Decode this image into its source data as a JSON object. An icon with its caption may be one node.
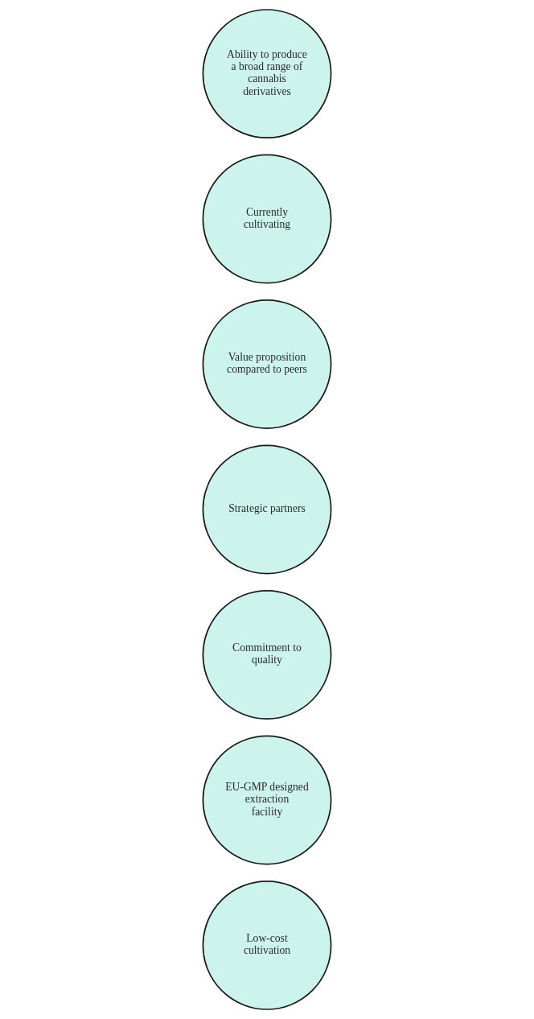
{
  "diagram": {
    "nodes": [
      {
        "text": [
          "Low-cost cultivation"
        ]
      },
      {
        "text": [
          "EU-GMP designed extraction facility"
        ]
      },
      {
        "text": [
          "Commitment to quality"
        ]
      },
      {
        "text": [
          "Strategic partners"
        ]
      },
      {
        "text": [
          "Value proposition compared to peers"
        ]
      },
      {
        "text": [
          "Currently cultivating"
        ]
      },
      {
        "text": [
          "Ability to produce a broad range of cannabis derivatives"
        ]
      }
    ]
  }
}
